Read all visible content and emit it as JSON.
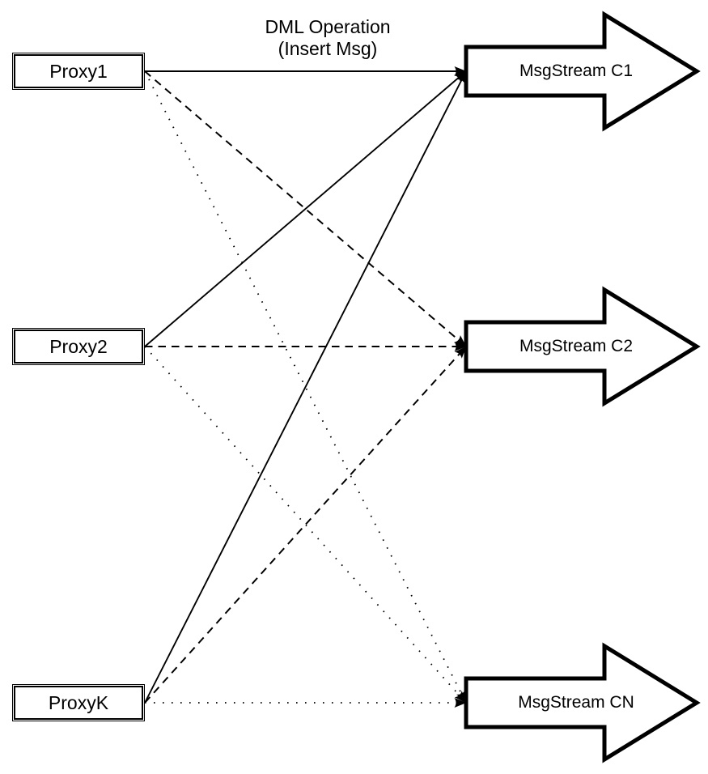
{
  "title": {
    "line1": "DML Operation",
    "line2": "(Insert Msg)"
  },
  "proxies": [
    {
      "id": "proxy1",
      "label": "Proxy1"
    },
    {
      "id": "proxy2",
      "label": "Proxy2"
    },
    {
      "id": "proxyk",
      "label": "ProxyK"
    }
  ],
  "streams": [
    {
      "id": "c1",
      "label": "MsgStream C1",
      "line_style": "solid"
    },
    {
      "id": "c2",
      "label": "MsgStream C2",
      "line_style": "dashed"
    },
    {
      "id": "cn",
      "label": "MsgStream CN",
      "line_style": "dotted"
    }
  ],
  "edges": [
    {
      "from": "proxy1",
      "to": "c1",
      "style": "solid"
    },
    {
      "from": "proxy2",
      "to": "c1",
      "style": "solid"
    },
    {
      "from": "proxyk",
      "to": "c1",
      "style": "solid"
    },
    {
      "from": "proxy1",
      "to": "c2",
      "style": "dashed"
    },
    {
      "from": "proxy2",
      "to": "c2",
      "style": "dashed"
    },
    {
      "from": "proxyk",
      "to": "c2",
      "style": "dashed"
    },
    {
      "from": "proxy1",
      "to": "cn",
      "style": "dotted"
    },
    {
      "from": "proxy2",
      "to": "cn",
      "style": "dotted"
    },
    {
      "from": "proxyk",
      "to": "cn",
      "style": "dotted"
    }
  ],
  "colors": {
    "ink": "#000000",
    "background": "#ffffff"
  }
}
